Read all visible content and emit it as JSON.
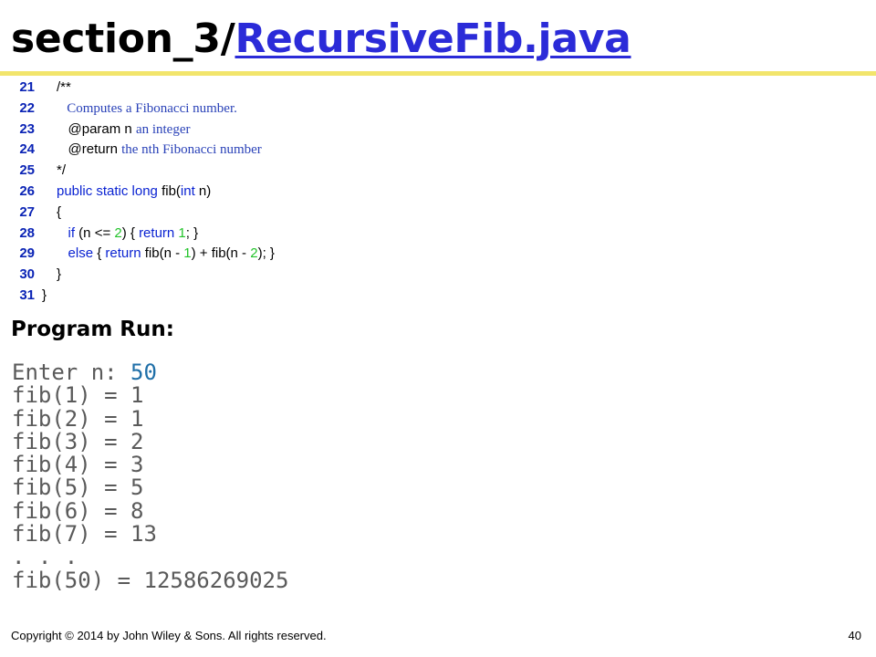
{
  "title": {
    "prefix": "section_3/",
    "link": "RecursiveFib.java"
  },
  "code": [
    {
      "num": "21",
      "parts": [
        {
          "t": "/**"
        }
      ]
    },
    {
      "num": "22",
      "parts": [
        {
          "t": "   Computes a Fibonacci number.",
          "c": "serif"
        }
      ]
    },
    {
      "num": "23",
      "parts": [
        {
          "t": "   @param n "
        },
        {
          "t": "an integer",
          "c": "serif"
        }
      ]
    },
    {
      "num": "24",
      "parts": [
        {
          "t": "   @return "
        },
        {
          "t": "the nth Fibonacci number",
          "c": "serif"
        }
      ]
    },
    {
      "num": "25",
      "parts": [
        {
          "t": "*/"
        }
      ]
    },
    {
      "num": "26",
      "parts": [
        {
          "t": "public static long ",
          "c": "kw"
        },
        {
          "t": "fib("
        },
        {
          "t": "int",
          "c": "kw"
        },
        {
          "t": " n)"
        }
      ]
    },
    {
      "num": "27",
      "parts": [
        {
          "t": "{"
        }
      ]
    },
    {
      "num": "28",
      "parts": [
        {
          "t": "   "
        },
        {
          "t": "if",
          "c": "kw"
        },
        {
          "t": " (n <= "
        },
        {
          "t": "2",
          "c": "num"
        },
        {
          "t": ") { "
        },
        {
          "t": "return ",
          "c": "kw"
        },
        {
          "t": "1",
          "c": "num"
        },
        {
          "t": "; }"
        }
      ]
    },
    {
      "num": "29",
      "parts": [
        {
          "t": "   "
        },
        {
          "t": "else",
          "c": "kw"
        },
        {
          "t": " { "
        },
        {
          "t": "return",
          "c": "kw"
        },
        {
          "t": " fib(n - "
        },
        {
          "t": "1",
          "c": "num"
        },
        {
          "t": ") + fib(n - "
        },
        {
          "t": "2",
          "c": "num"
        },
        {
          "t": "); }"
        }
      ]
    },
    {
      "num": "30",
      "parts": [
        {
          "t": "}"
        }
      ]
    },
    {
      "num": "31",
      "closing": true,
      "parts": [
        {
          "t": "}"
        }
      ]
    }
  ],
  "program_run": {
    "heading": "Program Run:",
    "prompt": "Enter n: ",
    "input": "50",
    "lines": [
      "fib(1) = 1",
      "fib(2) = 1",
      "fib(3) = 2",
      "fib(4) = 3",
      "fib(5) = 5",
      "fib(6) = 8",
      "fib(7) = 13",
      ". . .",
      "fib(50) = 12586269025"
    ]
  },
  "footer": {
    "copyright": "Copyright © 2014 by John Wiley & Sons.  All rights reserved.",
    "page": "40"
  }
}
